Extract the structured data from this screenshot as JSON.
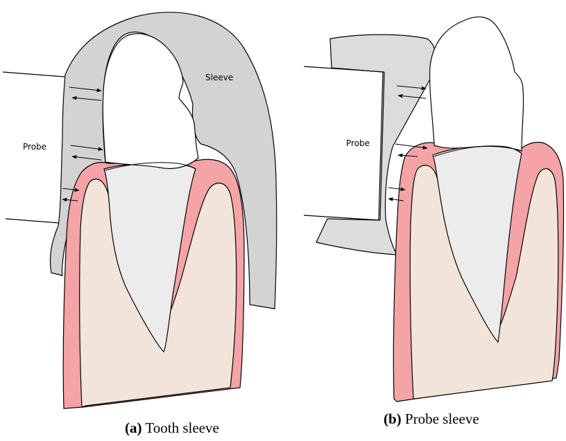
{
  "figure_a": {
    "label_probe": "Probe",
    "label_sleeve": "Sleeve",
    "caption_letter": "(a)",
    "caption_text": "Tooth sleeve"
  },
  "figure_b": {
    "label_probe": "Probe",
    "caption_letter": "(b)",
    "caption_text": "Probe sleeve"
  },
  "colors": {
    "sleeve": "#d3d3d3",
    "sleeve_light": "#dcdcdc",
    "gum": "#f4a4a6",
    "bone": "#f2e4d8",
    "dentin": "#efefef",
    "enamel": "#ffffff",
    "outline": "#000000"
  }
}
